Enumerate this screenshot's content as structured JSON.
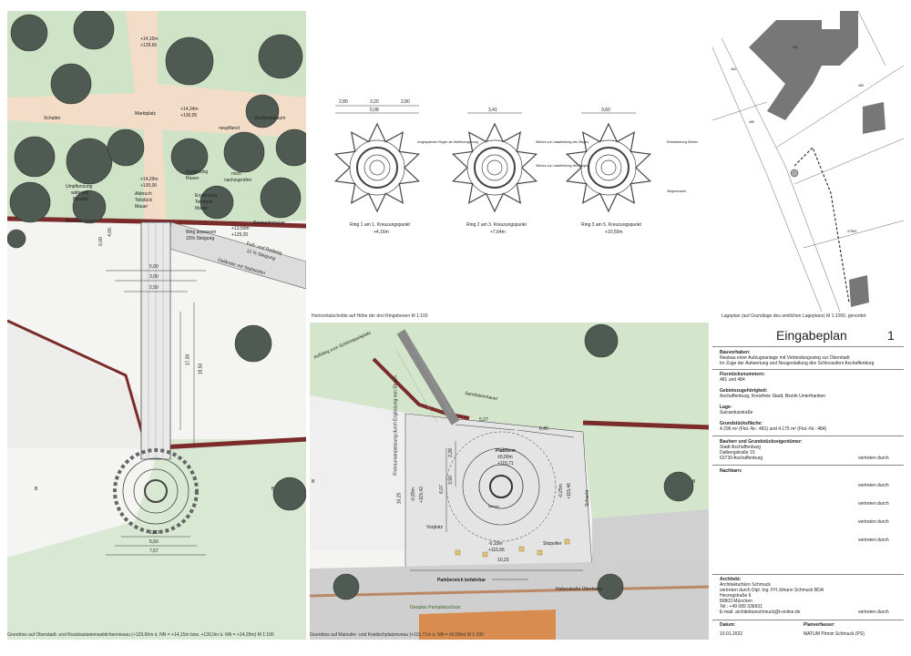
{
  "left_plan": {
    "labels": {
      "elev_top": "+14,15m",
      "elev_top_nn": "+129,66",
      "marktplatz": "Marktplatz",
      "elev_mid": "+14,34m",
      "elev_mid_nn": "+130,05",
      "schutter": "Schutter",
      "bestandsbaum": "Bestandsbaum",
      "neupflanzung": "neupflanzt",
      "elev_3": "+14,29m",
      "elev_3_nn": "+130,00",
      "ergaenzung": "Ergänzung",
      "rasen": "Rasen",
      "noch": "noch",
      "nachzupruefen": "nachzuprüfen",
      "umpflanzung": "Umpflanzung",
      "waehrend": "während",
      "bauzeit": "Bauzeit",
      "abbruch": "Abbruch",
      "teilstueck": "Teilstück",
      "mauer": "Mauer",
      "ergaenzung2": "Ergänzung",
      "teilstueck2": "Teilstück",
      "mauer2": "Mauer",
      "bestandsmauer": "Bestandsmauer",
      "bestandsmauer2": "Bestandsmauer",
      "weg": "Weg anpassen",
      "steigung": "15% Steigung",
      "elev_4": "+13,50m",
      "elev_4_nn": "+129,20",
      "fussweg": "Fuß- und Radweg",
      "steigung2": "12 % Steigung",
      "gelaender": "Geländer mit Stabstufen",
      "dim_500": "5,00",
      "dim_300": "3,00",
      "dim_250": "2,50",
      "dim_1700": "17,00",
      "dim_1950": "19,50",
      "dim_400": "4,00",
      "dim_600": "6,00",
      "dim_290": "2,90",
      "dim_560": "5,60",
      "dim_757": "7,57",
      "b_left": "B",
      "b_right": "B",
      "caption": "Grundriss auf Oberstadt- und Rosskastanienwaldchenniveau (+129,66m ü. NN = +14,15m bzw. +130,0m ü. NN = +14,29m) M 1:100"
    }
  },
  "sections": {
    "dims": [
      "2,80",
      "3,20",
      "2,80",
      "5,08",
      "3,41",
      "3,60"
    ],
    "ring1_title": "Ring 1 am 1. Kreuzungspunkt",
    "ring1_elev": "+4,16m",
    "ring2_title": "Ring 2 am 3. Kreuzungspunkt",
    "ring2_elev": "+7,64m",
    "ring3_title": "Ring 3 am 5. Kreuzungspunkt",
    "ring3_elev": "+10,50m",
    "note_a": "umgespannter Bogen als Wetterumgebung",
    "note_b": "Stützen zur Lastableitung des Steges",
    "note_c": "Stützen zur Lastableitung des Steges",
    "note_d": "Entwässerung Elektro",
    "note_e": "Stegnetzwerk",
    "caption": "Horizontalschnitte auf Höhe der drei Ringebenen M 1:100"
  },
  "bottom_plan": {
    "labels": {
      "aufstieg": "Aufstieg zum Schlossparkplatz",
      "freiraum": "Freiraumanpassung durch Ergänzung von Stufen",
      "sandsteinmauer": "Sandsteinmauer",
      "dim_527": "5,27",
      "dim_645": "6,45",
      "plattform": "Plattform",
      "plattform_elev": "±0,00m",
      "plattform_nn": "+115,71",
      "dim_607": "6,07",
      "dim_390": "3,90",
      "dim_228": "2,28",
      "dim_1625": "16,25",
      "dim_1023": "10,23",
      "elev_l": "-0,29m",
      "elev_l_nn": "+115,42",
      "elev_r": "-0,25m",
      "elev_r_nn": "+115,46",
      "vorplatz": "Vorplatz",
      "elev_b": "-0,15m",
      "elev_b_nn": "+115,56",
      "sitzpoller": "Sitzpoller",
      "stuetzen": "Stützen",
      "schacht": "Schacht",
      "parkbereich": "Parkbereich befahrbar",
      "ueberhang": "Hafenstraße Überhang",
      "parkplatz": "Geoplan Parkplatzschutz",
      "b_left": "B",
      "b_right": "B",
      "caption": "Grundriss auf Mainufer- und Kneitschplatzniveau (+115,71m ü. NN = ±0,00m) M 1:100"
    }
  },
  "lageplan": {
    "caption": "Lageplan (auf Grundlage des amtlichen Lageplans) M 1:1000, genordet",
    "parcel_labels": [
      "481",
      "484",
      "486",
      "489",
      "4798/1"
    ]
  },
  "titleblock": {
    "title": "Eingabeplan",
    "sheet": "1",
    "bauvorhaben_h": "Bauvorhaben:",
    "bauvorhaben_1": "Neubau einer Aufzugsanlage mit Verbindungssteg zur Oberstadt",
    "bauvorhaben_2": "Im Zuge der Aufwertung und Neugestaltung des Schlossufers Aschaffenburg",
    "flurst_h": "Flurstücksnummern:",
    "flurst_v": "481 und 484",
    "gebiet_h": "Gebietszugehörigkeit:",
    "gebiet_v": "Aschaffenburg, Kreisfreie Stadt, Bezirk Unterfranken",
    "lage_h": "Lage:",
    "lage_v": "Suicardusstraße",
    "flaeche_h": "Grundstücksfläche:",
    "flaeche_v": "4.296 m² (Flst.-Nr.: 481) und 4.175 m² (Flst.-Nr.: 484)",
    "bauherr_h": "Bauherr und Grundstückseigentümer:",
    "bauherr_1": "Stadt Aschaffenburg",
    "bauherr_2": "Dalbergstraße 15",
    "bauherr_3": "63739 Aschaffenburg",
    "vertreten": "vertreten durch",
    "nachbarn_h": "Nachbarn:",
    "architekt_h": "Architekt:",
    "architekt_1": "Architekturbüro Schmuck",
    "architekt_2": "vertreten durch Dipl. Ing. FH Johann Schmuck BDA",
    "architekt_3": "Herzogstraße 6",
    "architekt_4": "80803 München",
    "architekt_5": "Tel.: +49 089 336931",
    "architekt_6": "E-mail: architekturschmuck@t-online.de",
    "datum_h": "Datum:",
    "datum_v": "10.01.2022",
    "verfasser_h": "Planverfasser:",
    "verfasser_v": "MATUM Pirmin Schmuck (PS)"
  },
  "colors": {
    "grass": "#cfe3c6",
    "tree": "#4f5a52",
    "path": "#f3dcc8",
    "wall": "#7c2b2b",
    "paving": "#dcdcdc"
  }
}
